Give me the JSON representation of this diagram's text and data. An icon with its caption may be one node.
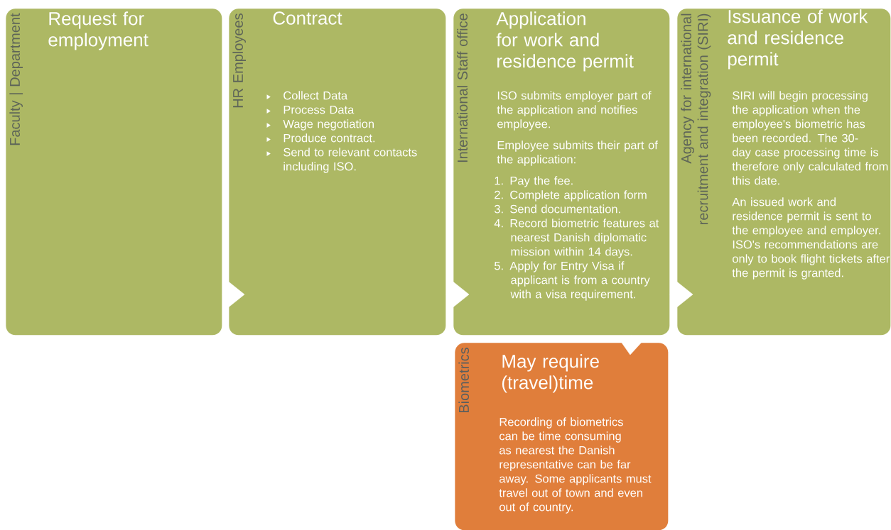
{
  "diagram": {
    "nodes": [
      {
        "text": [
          "Faculty | Department",
          "Request for employment"
        ]
      },
      {
        "text": [
          "HR Employees",
          "Contract",
          "Collect Data",
          "Process Data",
          "Wage negotiation",
          "Produce contract.",
          "Send to relevant contacts including ISO."
        ]
      },
      {
        "text": [
          "International Staff office",
          "Application for work and residence permit",
          "ISO submits employer part of the application and notifies employee.",
          "Employee submits their part of the application:",
          "1. Pay the fee.",
          "2. Complete application form",
          "3. Send documentation.",
          "4. Record biometric features at nearest Danish diplomatic mission within 14 days.",
          "5. Apply for Entry Visa if applicant is from a country with a visa requirement."
        ]
      },
      {
        "text": [
          "Agency for international recruitment and integration (SIRI)",
          "Issuance of work and residence permit",
          "SIRI will begin processing the application when the employee's biometric has been recorded. The 30-day case processing time is therefore only calculated from this date.",
          "An issued work and residence permit is sent to the employee and employer. ISO's recommendations are only to book flight tickets after the permit is granted."
        ]
      },
      {
        "text": [
          "Biometrics",
          "May require (travel)time",
          "Recording of biometrics can be time consuming as nearest the Danish representative can be far away. Some applicants must travel out of town and even out of country."
        ]
      }
    ],
    "edges": [
      {
        "from": 0,
        "to": 1,
        "arrow": "to"
      },
      {
        "from": 1,
        "to": 2,
        "arrow": "to"
      },
      {
        "from": 2,
        "to": 3,
        "arrow": "to"
      },
      {
        "from": 2,
        "to": 4,
        "arrow": "to"
      }
    ]
  }
}
